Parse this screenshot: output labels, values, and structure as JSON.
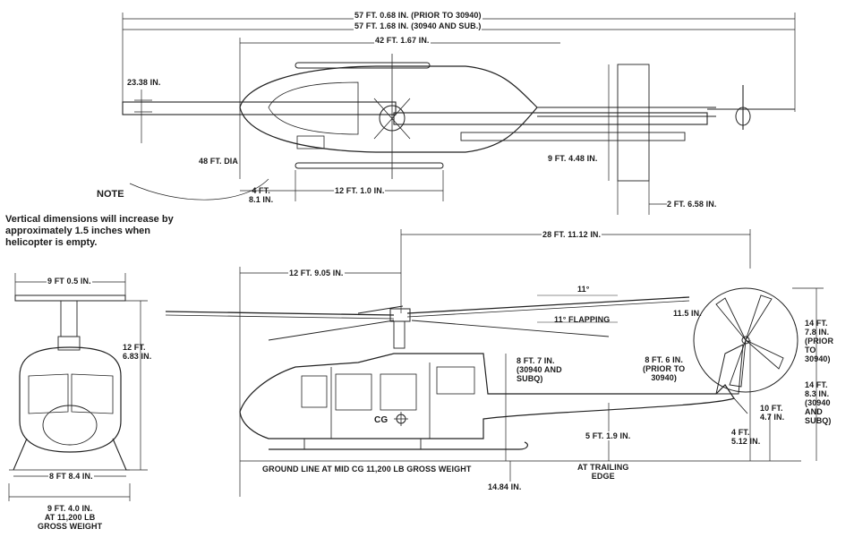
{
  "note": {
    "title": "NOTE",
    "text": "Vertical dimensions will increase by\napproximately 1.5 inches when\nhelicopter is empty."
  },
  "top_view": {
    "overall_length_prior": "57 FT. 0.68 IN. (PRIOR TO 30940)",
    "overall_length_sub": "57 FT. 1.68 IN. (30940 AND SUB.)",
    "fuselage_length": "42 FT. 1.67 IN.",
    "blade_chord": "23.38 IN.",
    "rotor_diameter": "48 FT. DIA",
    "skid_offset": "4 FT.\n8.1 IN.",
    "skid_length": "12 FT. 1.0 IN.",
    "stabilizer_span": "9 FT. 4.48 IN.",
    "stabilizer_offset": "2 FT. 6.58 IN."
  },
  "front_view": {
    "mast_width": "9 FT 0.5 IN.",
    "height": "12 FT.\n6.83 IN.",
    "skid_width": "8 FT 8.4 IN.",
    "tread_width": "9 FT. 4.0 IN.\nAT 11,200 LB\nGROSS WEIGHT"
  },
  "side_view": {
    "rotor_to_tail": "28 FT. 11.12 IN.",
    "nose_to_mast": "12 FT. 9.05 IN.",
    "cone_angle": "11°",
    "flapping_angle": "11° FLAPPING",
    "tail_rotor_offset": "11.5 IN.",
    "mast_height_sub": "8 FT. 7 IN.\n(30940 AND\nSUBQ)",
    "tail_rotor_height_prior": "8 FT. 6 IN.\n(PRIOR TO\n30940)",
    "cg_label": "CG",
    "cabin_floor_height": "5 FT. 1.9 IN.",
    "trailing_edge": "AT TRAILING\nEDGE",
    "ground_line": "GROUND LINE AT MID CG 11,200 LB GROSS WEIGHT",
    "skid_clearance": "14.84 IN.",
    "tail_rotor_hub_height": "10 FT.\n4.7 IN.",
    "tail_skid_height": "4 FT.\n5.12 IN.",
    "overall_height_prior": "14 FT.\n7.8 IN.\n(PRIOR\nTO\n30940)",
    "overall_height_sub": "14 FT.\n8.3 IN.\n(30940\nAND\nSUBQ)"
  }
}
